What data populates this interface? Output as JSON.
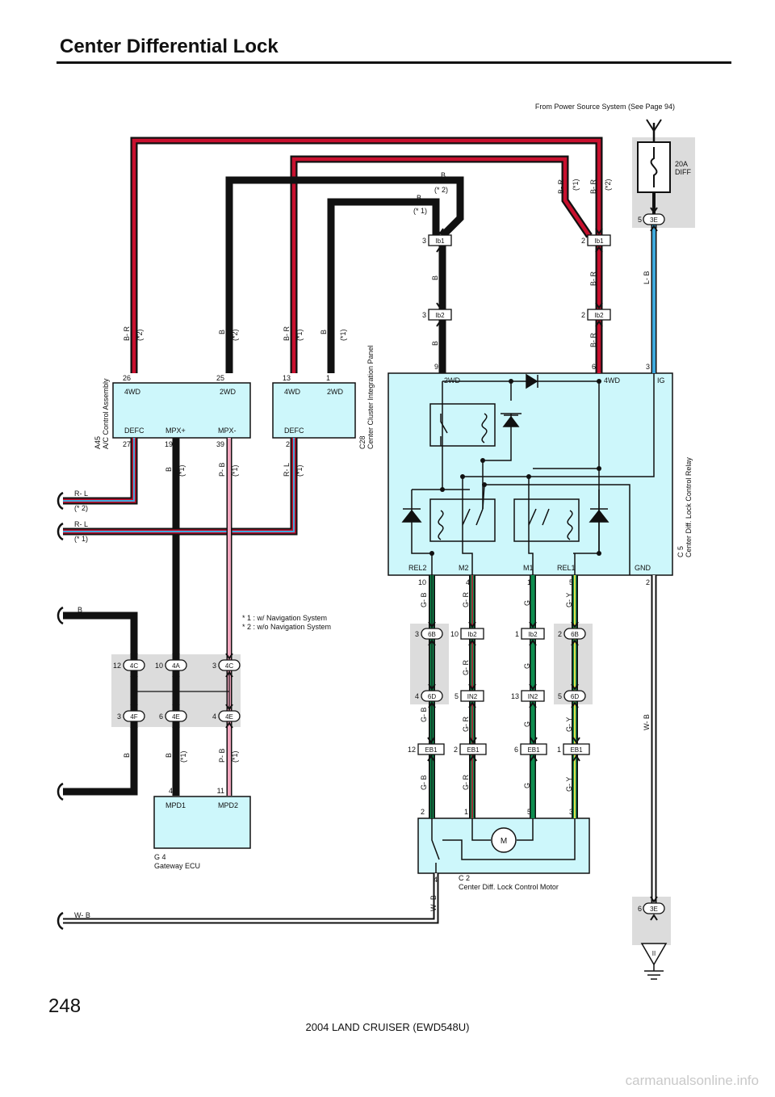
{
  "page": {
    "title": "Center Differential Lock",
    "page_number": "248",
    "footer": "2004 LAND CRUISER (EWD548U)",
    "watermark": "carmanualsonline.info",
    "power_source_note": "From Power Source System (See Page 94)"
  },
  "colors": {
    "component_fill": "#cdf7fb",
    "junction_fill": "#dcdcdc",
    "wire_red": "#c8102e",
    "wire_blue": "#3fa9dc",
    "wire_pink": "#f2a7bf",
    "wire_green": "#0d8c4e",
    "wire_yellow": "#e3df4a"
  },
  "fuse": {
    "line1": "20A",
    "line2": "DIFF"
  },
  "notes": [
    "* 1 : w/ Navigation System",
    "* 2 : w/o Navigation System"
  ],
  "components": {
    "a45": {
      "code": "A45",
      "name": "A/C Control Assembly",
      "label_4wd": "4WD",
      "label_2wd": "2WD",
      "label_defc": "DEFC",
      "label_mpxp": "MPX+",
      "label_mpxm": "MPX-"
    },
    "c28": {
      "code": "C28",
      "name": "Center Cluster Integration Panel",
      "label_4wd": "4WD",
      "label_2wd": "2WD",
      "label_defc": "DEFC"
    },
    "c5": {
      "code": "C 5",
      "name": "Center Diff.  Lock Control Relay",
      "label_2wd": "2WD",
      "label_4wd": "4WD",
      "label_ig": "IG",
      "label_rel2": "REL2",
      "label_m2": "M2",
      "label_m1": "M1",
      "label_rel1": "REL1",
      "label_gnd": "GND"
    },
    "g4": {
      "code": "G 4",
      "name": "Gateway ECU",
      "label_mpd1": "MPD1",
      "label_mpd2": "MPD2"
    },
    "c2": {
      "code": "C 2",
      "name": "Center Diff.  Lock Control Motor",
      "motor": "M"
    }
  },
  "connectors": {
    "ib1_left": "Ib1",
    "ib1_right": "Ib1",
    "ib2_left": "Ib2",
    "ib2_right": "Ib2",
    "e3_top": "3E",
    "e3_bottom": "3E",
    "b6_left": "6B",
    "ib2_m2": "Ib2",
    "ib2_m1": "Ib2",
    "b6_right": "6B",
    "d6_left": "6D",
    "in2_m2": "IN2",
    "in2_m1": "IN2",
    "d6_right": "6D",
    "eb1_a": "EB1",
    "eb1_b": "EB1",
    "eb1_c": "EB1",
    "eb1_d": "EB1",
    "c4_left": "4C",
    "a4": "4A",
    "c4_right": "4C",
    "f4": "4F",
    "e4_mid": "4E",
    "e4_right": "4E"
  },
  "pins": {
    "a45_26": "26",
    "a45_25": "25",
    "a45_27": "27",
    "a45_19": "19",
    "a45_39": "39",
    "c28_13": "13",
    "c28_1": "1",
    "c28_2": "2",
    "c5_9": "9",
    "c5_6": "6",
    "c5_3": "3",
    "c5_10": "10",
    "c5_4": "4",
    "c5_1": "1",
    "c5_5": "5",
    "c5_2": "2",
    "ib1_l_3": "3",
    "ib1_r_2": "2",
    "ib2_l_3": "3",
    "ib2_r_2": "2",
    "e3_5": "5",
    "e3_6": "6",
    "b6_3": "3",
    "ib2m2_10": "10",
    "ib2m1_1": "1",
    "b6r_2": "2",
    "d6_4": "4",
    "in2m2_5": "5",
    "in2m1_13": "13",
    "d6r_5": "5",
    "eb1a_12": "12",
    "eb1b_2": "2",
    "eb1c_6": "6",
    "eb1d_1": "1",
    "c2_2": "2",
    "c2_1": "1",
    "c2_5": "5",
    "c2_3": "3",
    "c2_4": "4",
    "c4_12": "12",
    "a4_10": "10",
    "c4r_3": "3",
    "f4_3": "3",
    "e4_6": "6",
    "e4r_4": "4",
    "g4_4": "4",
    "g4_11": "11"
  },
  "wires": {
    "br": "B- R",
    "b": "B",
    "rl": "R- L",
    "pb": "P- B",
    "lb": "L- B",
    "wb": "W- B",
    "gb": "G- B",
    "gr": "G- R",
    "g": "G",
    "gy": "G- Y",
    "n1": "(*1)",
    "n2": "(*2)",
    "n1s": "(* 1)",
    "n2s": "(* 2)"
  },
  "ground": {
    "label": "II"
  }
}
